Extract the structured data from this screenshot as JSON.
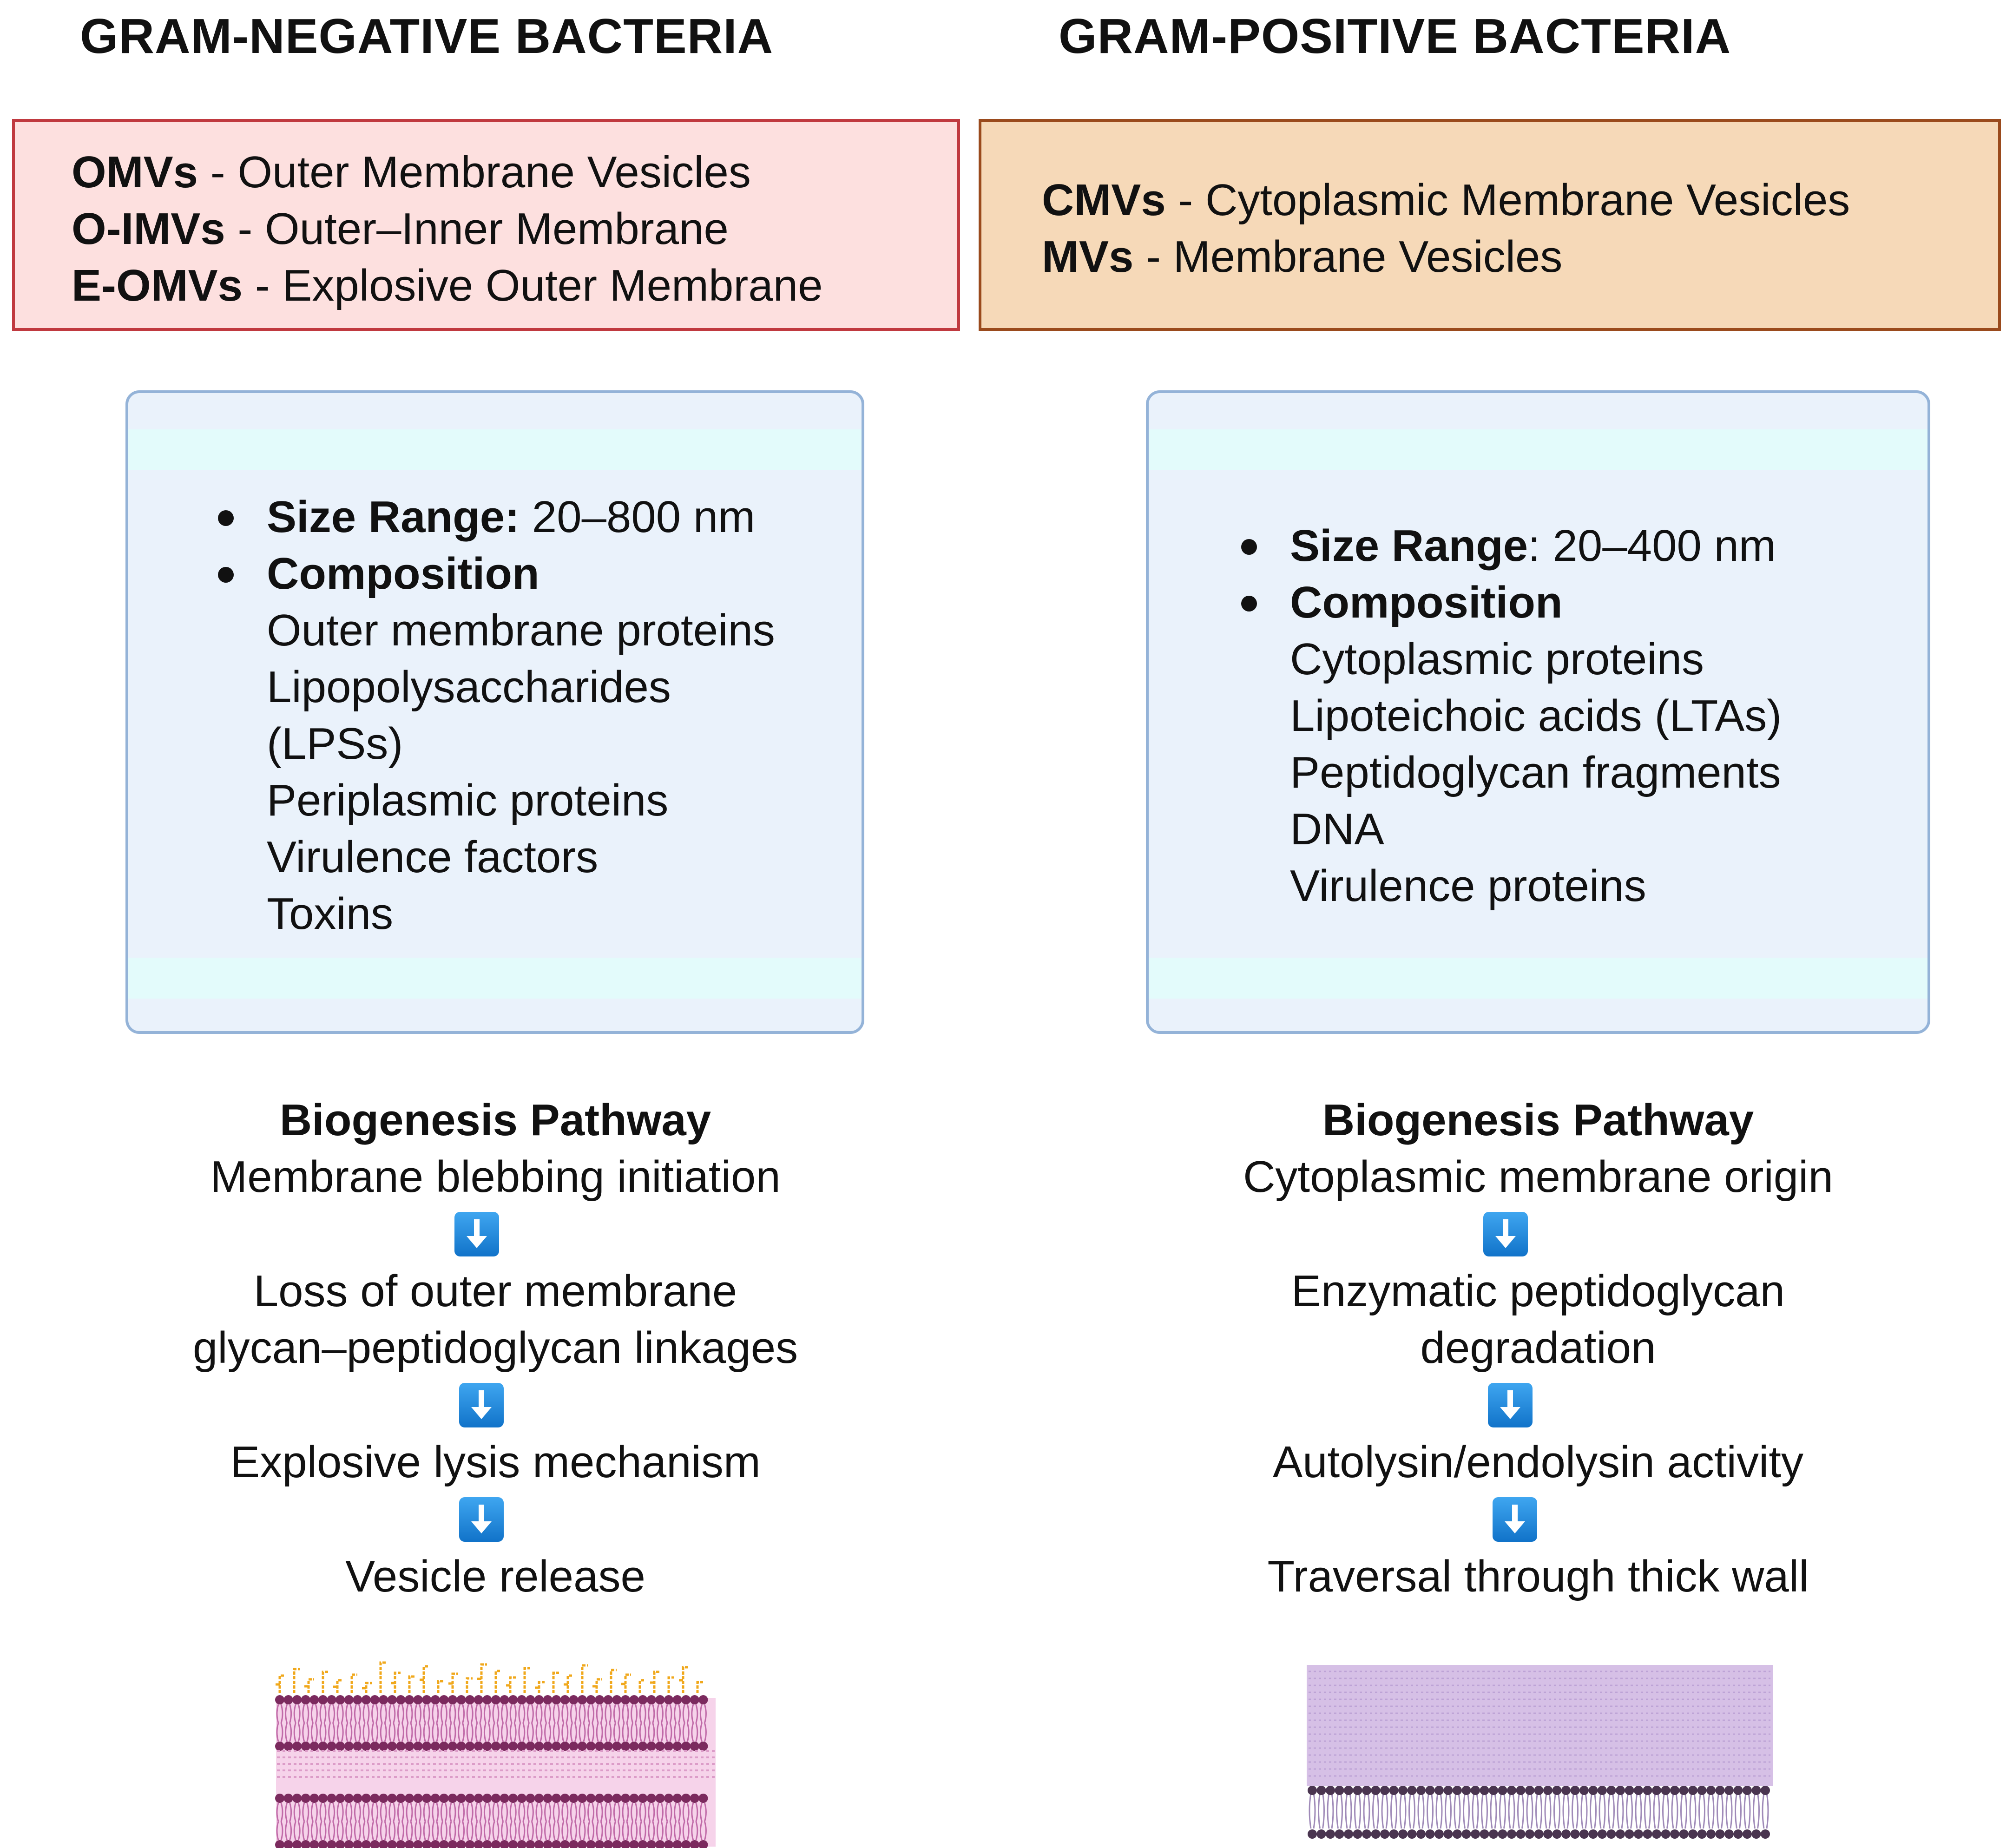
{
  "left": {
    "title": "GRAM-NEGATIVE BACTERIA",
    "box_colors": {
      "border": "#c0393f",
      "fill": "#fde0df"
    },
    "abbreviations": [
      {
        "term": "OMVs",
        "definition": " - Outer Membrane Vesicles"
      },
      {
        "term": "O-IMVs",
        "definition": " - Outer–Inner Membrane"
      },
      {
        "term": "E-OMVs",
        "definition": " - Explosive Outer Membrane"
      }
    ],
    "size_label": "Size Range:",
    "size_value": " 20–800 nm",
    "composition_label": "Composition",
    "composition": [
      "Outer membrane proteins",
      "Lipopolysaccharides",
      "(LPSs)",
      "Periplasmic proteins",
      "Virulence factors",
      "Toxins"
    ],
    "pathway_title": "Biogenesis Pathway",
    "pathway_steps": [
      [
        "Membrane blebbing initiation"
      ],
      [
        "Loss of outer membrane",
        "glycan–peptidoglycan linkages"
      ],
      [
        "Explosive lysis mechanism"
      ],
      [
        "Vesicle release"
      ]
    ],
    "membrane_icon": "gram-negative-envelope-icon"
  },
  "right": {
    "title": "GRAM-POSITIVE BACTERIA",
    "box_colors": {
      "border": "#9a4a1c",
      "fill": "#f6d9b8"
    },
    "abbreviations": [
      {
        "term": "CMVs",
        "definition": " - Cytoplasmic Membrane Vesicles"
      },
      {
        "term": "MVs",
        "definition": " - Membrane Vesicles"
      }
    ],
    "size_label": "Size Range",
    "size_value": ": 20–400 nm",
    "composition_label": "Composition",
    "composition": [
      "Cytoplasmic proteins",
      "Lipoteichoic acids (LTAs)",
      "Peptidoglycan fragments",
      "DNA",
      "Virulence proteins"
    ],
    "pathway_title": "Biogenesis Pathway",
    "pathway_steps": [
      [
        "Cytoplasmic membrane origin"
      ],
      [
        "Enzymatic peptidoglycan",
        "degradation"
      ],
      [
        "Autolysin/endolysin activity"
      ],
      [
        "Traversal through thick wall"
      ]
    ],
    "membrane_icon": "gram-positive-envelope-icon"
  },
  "colors": {
    "info_border": "#94b3d8",
    "info_fill": "#eaf2fb",
    "arrow": "#1a86db",
    "lipid_head": "#7b2a5e",
    "lipid_tail": "#c06aa8",
    "lps": "#f0a81c",
    "peptidoglycan": "#d6c0e6"
  },
  "icons": {
    "arrow": "down-arrow-icon"
  }
}
